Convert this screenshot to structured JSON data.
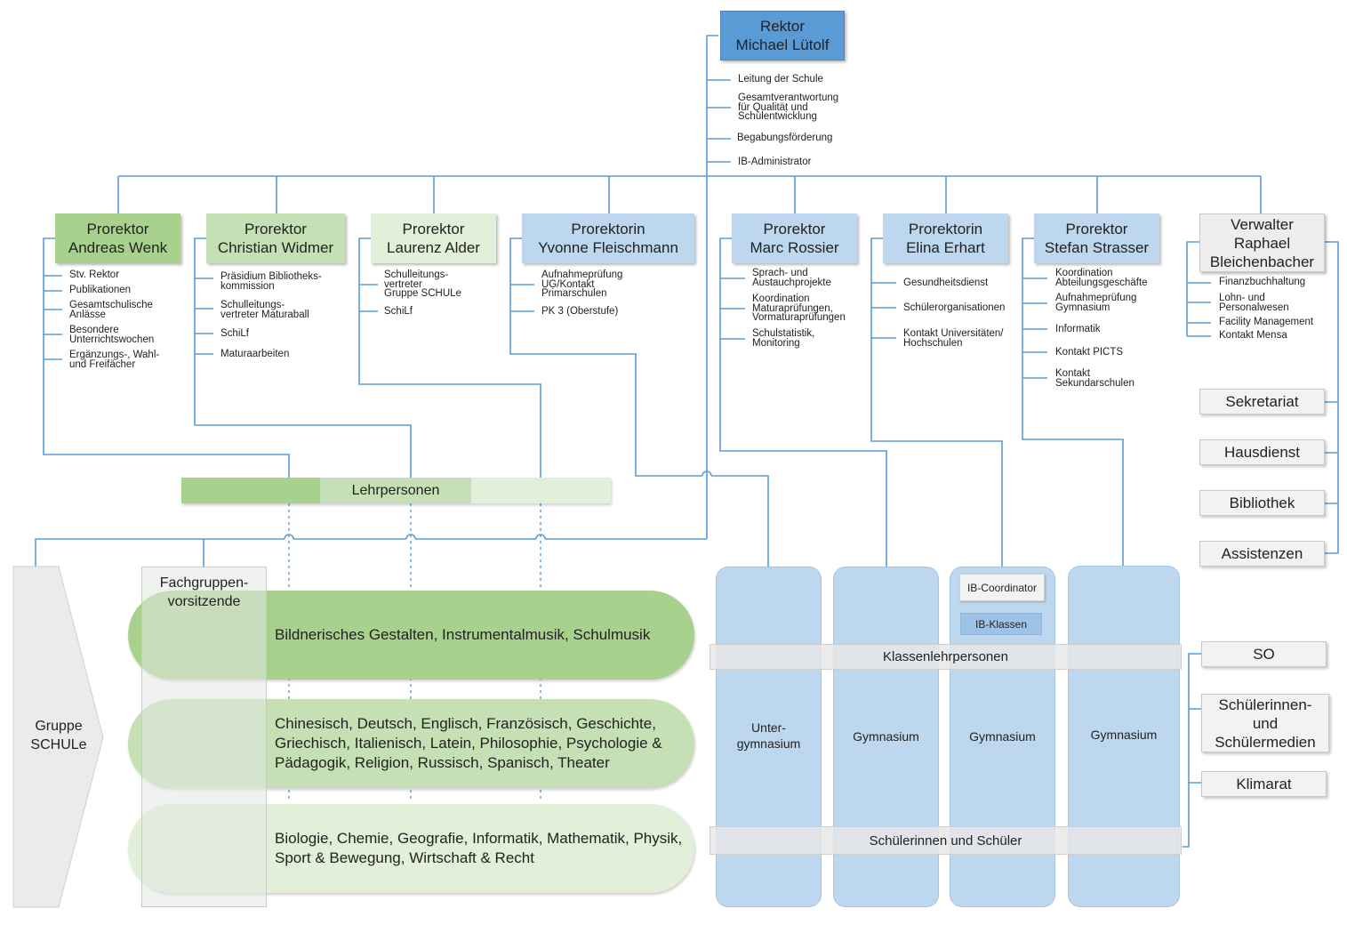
{
  "rektor": {
    "title": "Rektor",
    "name": "Michael Lütolf",
    "tasks": [
      "Leitung der Schule",
      "Gesamtverantwortung\nfür Qualität und\nSchulentwicklung",
      "Begabungsförderung",
      "IB-Administrator"
    ]
  },
  "prorektoren": [
    {
      "title": "Prorektor",
      "name": "Andreas Wenk",
      "tasks": [
        "Stv. Rektor",
        "Publikationen",
        "Gesamtschulische\nAnlässe",
        "Besondere\nUnterrichtswochen",
        "Ergänzungs-, Wahl-\nund Freifächer"
      ]
    },
    {
      "title": "Prorektor",
      "name": "Christian Widmer",
      "tasks": [
        "Präsidium Bibliotheks-\nkommission",
        "Schulleitungs-\nvertreter Maturaball",
        "SchiLf",
        "Maturaarbeiten"
      ]
    },
    {
      "title": "Prorektor",
      "name": "Laurenz Alder",
      "tasks": [
        "Schulleitungs-\nvertreter\nGruppe SCHULe",
        "SchiLf"
      ]
    },
    {
      "title": "Prorektorin",
      "name": "Yvonne Fleischmann",
      "tasks": [
        "Aufnahmeprüfung\nUG/Kontakt\nPrimarschulen",
        "PK 3 (Oberstufe)"
      ]
    },
    {
      "title": "Prorektor",
      "name": "Marc Rossier",
      "tasks": [
        "Sprach- und\nAustauchprojekte",
        "Koordination\nMaturaprüfungen,\nVormaturaprüfungen",
        "Schulstatistik,\nMonitoring"
      ]
    },
    {
      "title": "Prorektorin",
      "name": "Elina Erhart",
      "tasks": [
        "Gesundheitsdienst",
        "Schülerorganisationen",
        "Kontakt Universitäten/\nHochschulen"
      ]
    },
    {
      "title": "Prorektor",
      "name": "Stefan Strasser",
      "tasks": [
        "Koordination\nAbteilungsgeschäfte",
        "Aufnahmeprüfung\nGymnasium",
        "Informatik",
        "Kontakt PICTS",
        "Kontakt\nSekundarschulen"
      ]
    }
  ],
  "verwalter": {
    "title": "Verwalter",
    "name": "Raphael\nBleichenbacher",
    "tasks": [
      "Finanzbuchhaltung",
      "Lohn- und\nPersonalwesen",
      "Facility Management",
      "Kontakt Mensa"
    ]
  },
  "services": [
    "Sekretariat",
    "Hausdienst",
    "Bibliothek",
    "Assistenzen"
  ],
  "lehrpersonen": "Lehrpersonen",
  "gruppe": "Gruppe\nSCHULe",
  "fachgruppen_label": "Fachgruppen-\nvorsitzende",
  "fachgruppen": [
    "Bildnerisches Gestalten, Instrumentalmusik, Schulmusik",
    "Chinesisch, Deutsch, Englisch, Französisch, Geschichte, Griechisch, Italienisch, Latein, Philosophie, Psychologie & Pädagogik, Religion, Russisch, Spanisch, Theater",
    "Biologie, Chemie, Geografie, Informatik, Mathematik, Physik, Sport & Bewegung, Wirtschaft & Recht"
  ],
  "schulstufen": [
    "Unter-\ngymnasium",
    "Gymnasium",
    "Gymnasium",
    "Gymnasium"
  ],
  "ib_coordinator": "IB-Coordinator",
  "ib_klassen": "IB-Klassen",
  "klassenlehrpersonen": "Klassenlehrpersonen",
  "schueler": "Schülerinnen und Schüler",
  "student_bodies": [
    "SO",
    "Schülerinnen-\nund\nSchülermedien",
    "Klimarat"
  ]
}
